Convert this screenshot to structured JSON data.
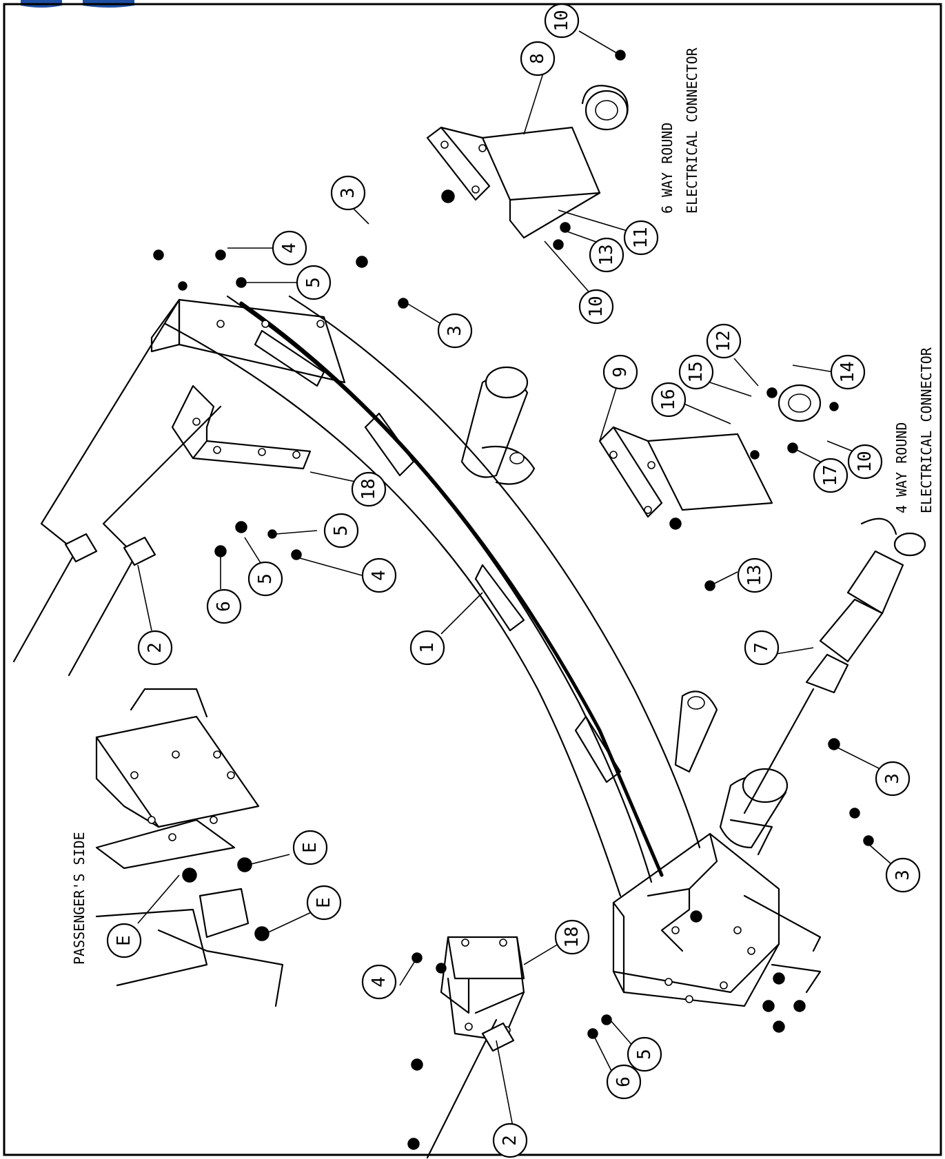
{
  "colors": {
    "line": "#000000",
    "background": "#ffffff",
    "corner_tab": "#1f4fa3"
  },
  "notes": {
    "six_way_line1": "6 WAY ROUND",
    "six_way_line2": "ELECTRICAL CONNECTOR",
    "four_way_line1": "4 WAY ROUND",
    "four_way_line2": "ELECTRICAL CONNECTOR",
    "passenger_side": "PASSENGER'S SIDE"
  },
  "callouts": [
    "10",
    "8",
    "3",
    "4",
    "5",
    "13",
    "11",
    "10",
    "3",
    "9",
    "12",
    "15",
    "16",
    "14",
    "18",
    "17",
    "10",
    "5",
    "5",
    "4",
    "6",
    "13",
    "1",
    "2",
    "7",
    "3",
    "E",
    "E",
    "E",
    "3",
    "18",
    "4",
    "5",
    "6",
    "2"
  ]
}
